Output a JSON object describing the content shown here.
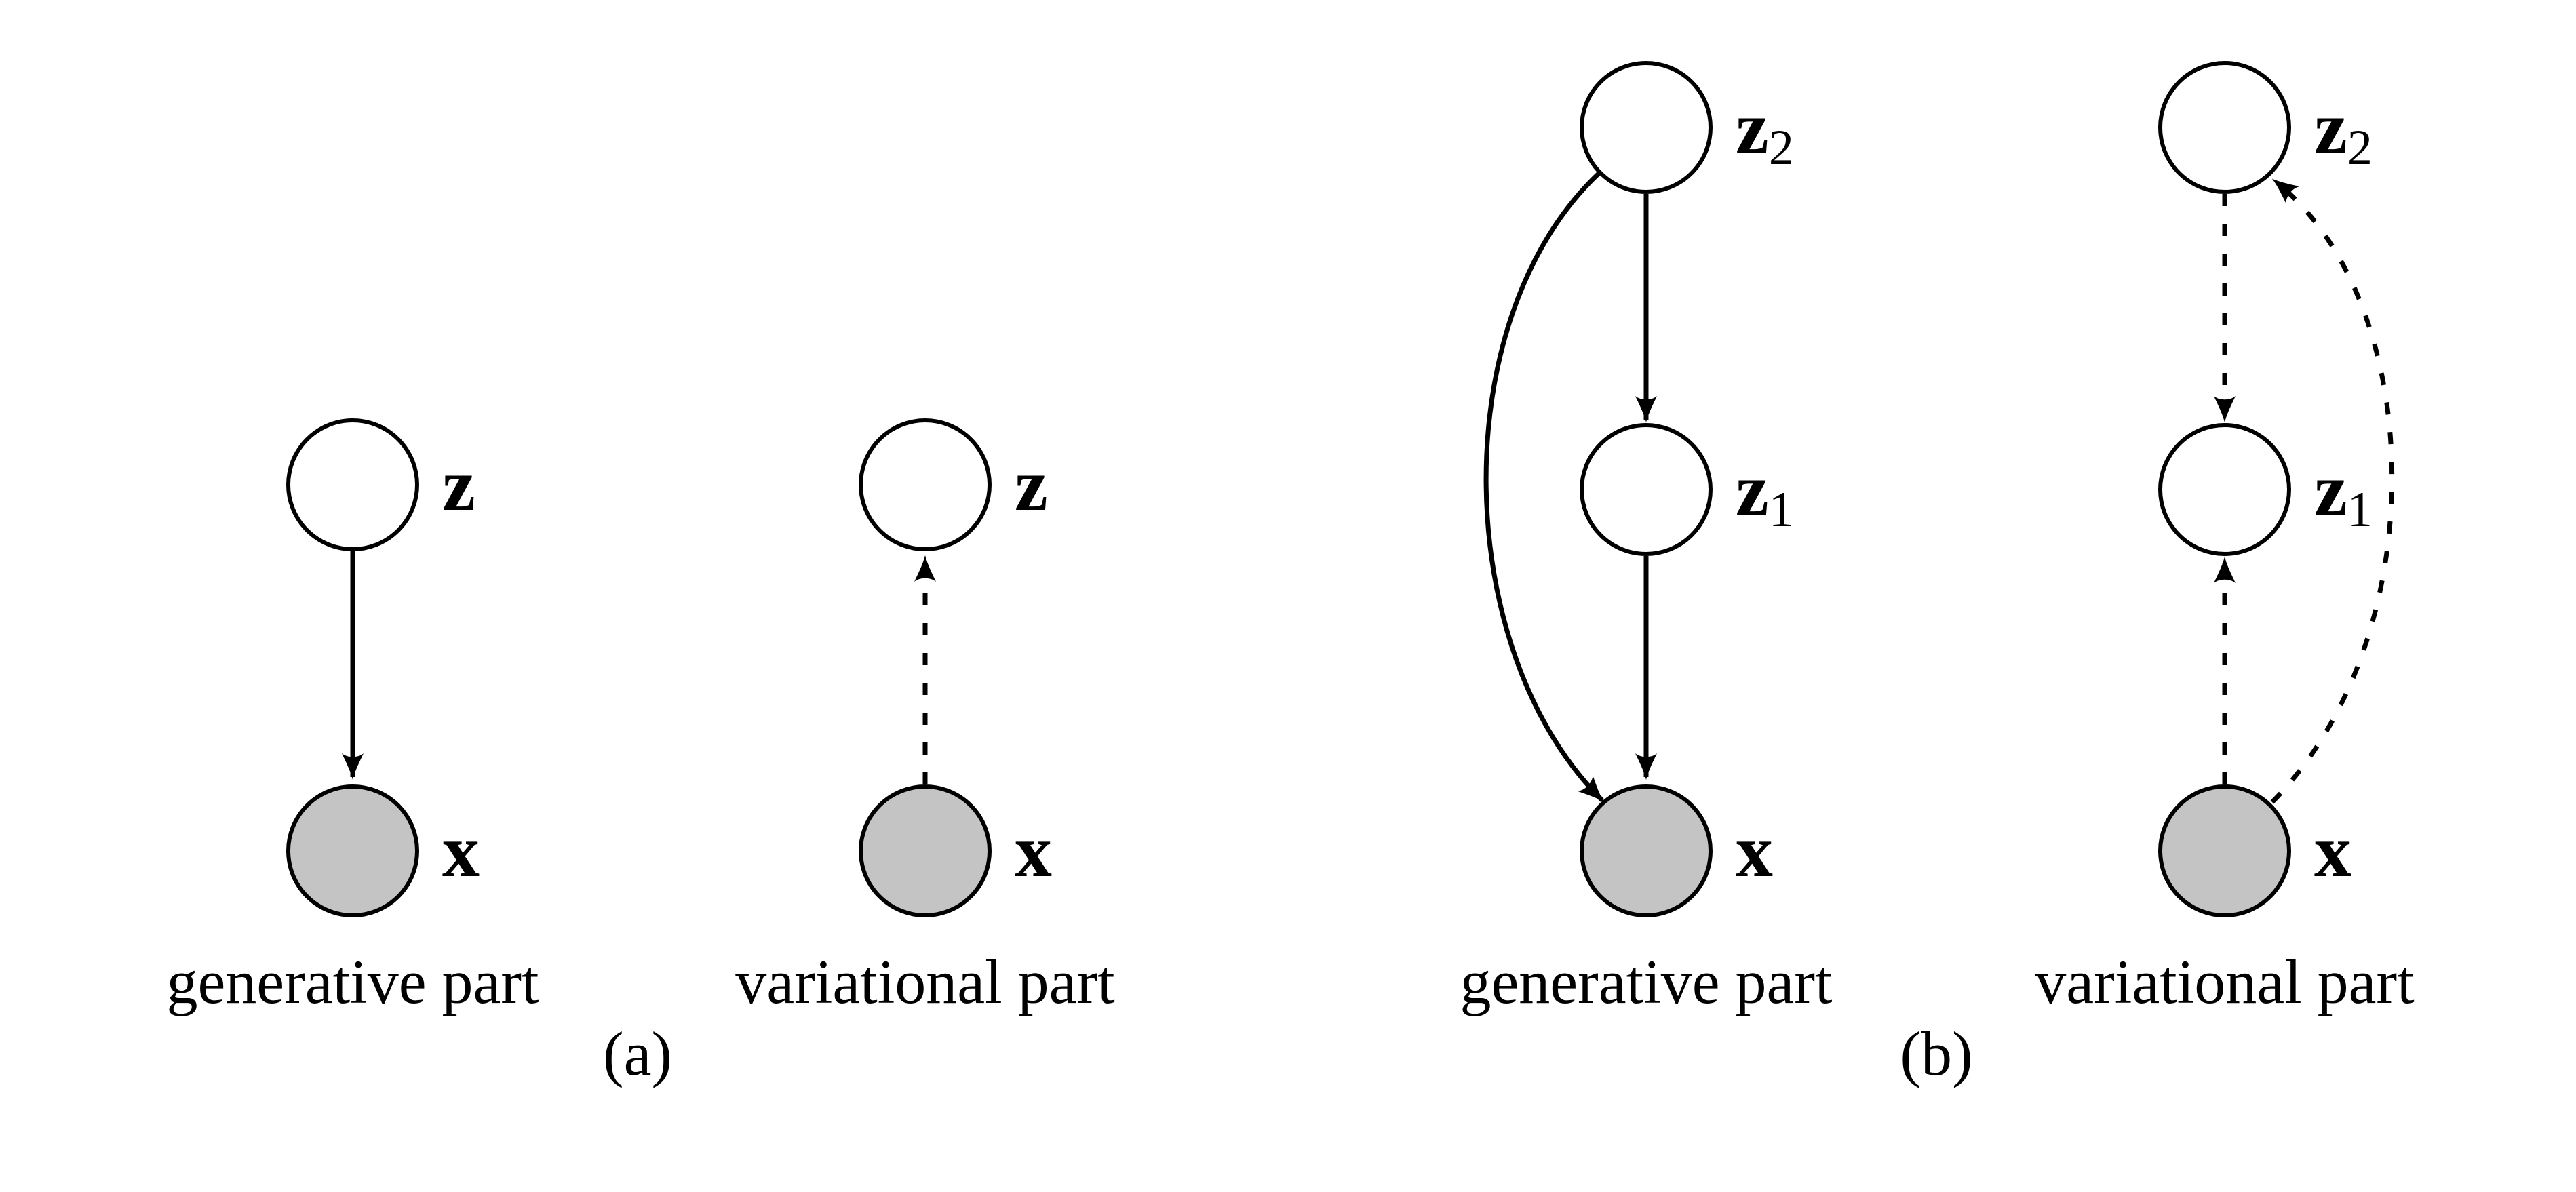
{
  "figure": {
    "background": "#ffffff",
    "stroke_color": "#000000",
    "latent_fill": "#ffffff",
    "observed_fill": "#c4c4c4"
  },
  "panel_a": {
    "label": "(a)",
    "generative": {
      "caption": "generative part",
      "nodes": [
        {
          "id": "z",
          "label": "z",
          "observed": false
        },
        {
          "id": "x",
          "label": "x",
          "observed": true
        }
      ],
      "edges": [
        {
          "from": "z",
          "to": "x",
          "style": "solid"
        }
      ]
    },
    "variational": {
      "caption": "variational part",
      "nodes": [
        {
          "id": "z",
          "label": "z",
          "observed": false
        },
        {
          "id": "x",
          "label": "x",
          "observed": true
        }
      ],
      "edges": [
        {
          "from": "x",
          "to": "z",
          "style": "dashed"
        }
      ]
    }
  },
  "panel_b": {
    "label": "(b)",
    "generative": {
      "caption": "generative part",
      "nodes": [
        {
          "id": "z2",
          "label_base": "z",
          "label_sub": "2",
          "observed": false
        },
        {
          "id": "z1",
          "label_base": "z",
          "label_sub": "1",
          "observed": false
        },
        {
          "id": "x",
          "label_base": "x",
          "label_sub": "",
          "observed": true
        }
      ],
      "edges": [
        {
          "from": "z2",
          "to": "z1",
          "style": "solid",
          "curved": false
        },
        {
          "from": "z1",
          "to": "x",
          "style": "solid",
          "curved": false
        },
        {
          "from": "z2",
          "to": "x",
          "style": "solid",
          "curved": true
        }
      ]
    },
    "variational": {
      "caption": "variational part",
      "nodes": [
        {
          "id": "z2",
          "label_base": "z",
          "label_sub": "2",
          "observed": false
        },
        {
          "id": "z1",
          "label_base": "z",
          "label_sub": "1",
          "observed": false
        },
        {
          "id": "x",
          "label_base": "x",
          "label_sub": "",
          "observed": true
        }
      ],
      "edges": [
        {
          "from": "z2",
          "to": "z1",
          "style": "dashed",
          "curved": false
        },
        {
          "from": "x",
          "to": "z1",
          "style": "dashed",
          "curved": false
        },
        {
          "from": "x",
          "to": "z2",
          "style": "dashed",
          "curved": true
        }
      ]
    }
  }
}
